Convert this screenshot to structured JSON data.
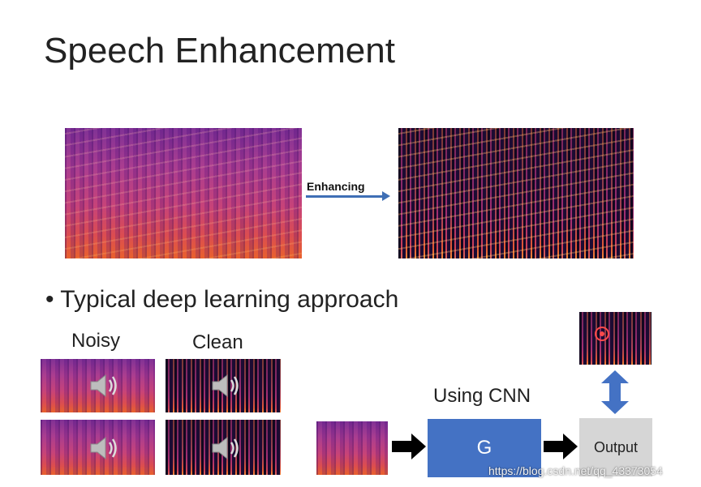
{
  "slide": {
    "title": "Speech Enhancement",
    "enhancing_label": "Enhancing",
    "bullet": "• Typical deep learning approach",
    "noisy_label": "Noisy",
    "clean_label": "Clean",
    "cnn_label": "Using CNN",
    "g_label": "G",
    "output_label": "Output",
    "watermark": "https://blog.csdn.net/qq_43373054"
  },
  "colors": {
    "accent_blue": "#4472c4",
    "arrow_blue": "#3f6fb5",
    "output_gray": "#d6d6d6"
  },
  "icons": [
    "speaker-icon",
    "right-arrow-icon",
    "double-arrow-icon"
  ]
}
